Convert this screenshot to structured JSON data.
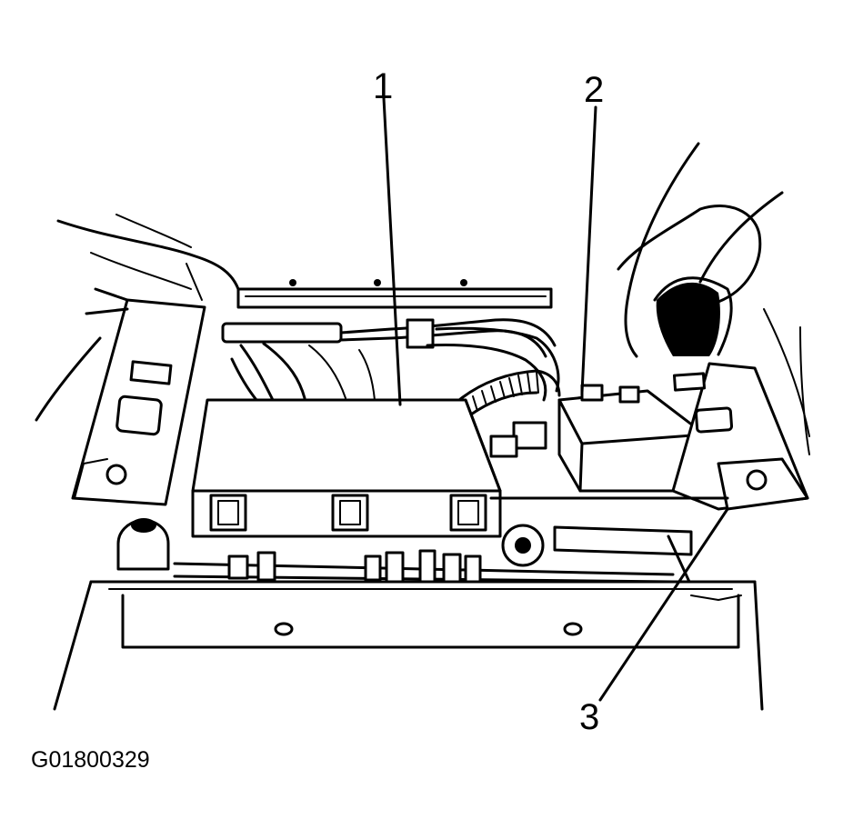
{
  "figure": {
    "id": "G01800329"
  },
  "callouts": [
    {
      "number": "1"
    },
    {
      "number": "2"
    },
    {
      "number": "3"
    }
  ],
  "colors": {
    "ink": "#000000",
    "paper": "#ffffff"
  }
}
